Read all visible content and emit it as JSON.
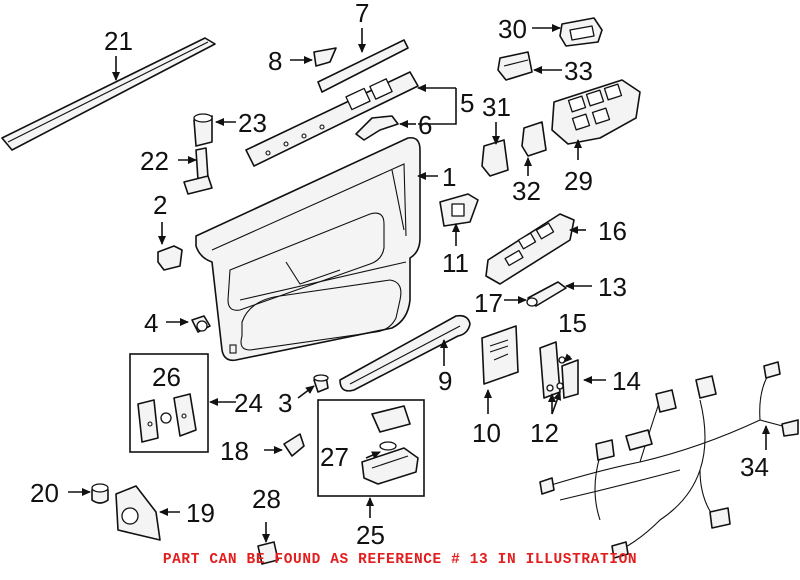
{
  "callouts": [
    "1",
    "2",
    "3",
    "4",
    "5",
    "6",
    "7",
    "8",
    "9",
    "10",
    "11",
    "12",
    "13",
    "14",
    "15",
    "16",
    "17",
    "18",
    "19",
    "20",
    "21",
    "22",
    "23",
    "24",
    "25",
    "26",
    "27",
    "28",
    "29",
    "30",
    "31",
    "32",
    "33",
    "34"
  ],
  "notice": "PART CAN BE FOUND AS REFERENCE # 13 IN ILLUSTRATION",
  "colors": {
    "line": "#111111",
    "notice": "#e31e1e",
    "background": "#ffffff"
  }
}
